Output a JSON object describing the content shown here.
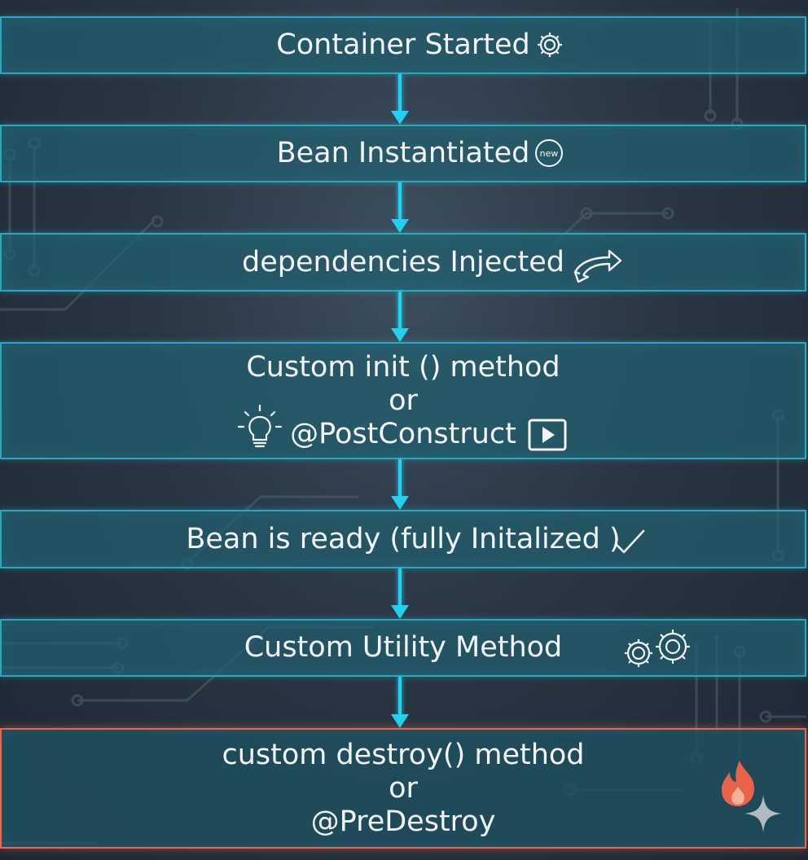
{
  "steps": [
    {
      "lines": [
        "Container Started"
      ]
    },
    {
      "lines": [
        "Bean Instantiated"
      ],
      "badge": "new"
    },
    {
      "lines": [
        "dependencies Injected"
      ]
    },
    {
      "lines": [
        "Custom init () method",
        "or",
        "@PostConstruct"
      ]
    },
    {
      "lines": [
        "Bean is ready (fully Initalized )"
      ]
    },
    {
      "lines": [
        "Custom Utility Method"
      ]
    },
    {
      "lines": [
        "custom destroy() method",
        "or",
        "@PreDestroy"
      ]
    }
  ],
  "colors": {
    "box_border": "#2aa8bd",
    "box_fill": "#216070",
    "arrow": "#22d1ef",
    "destroy_border": "#e8684f",
    "text": "#f2f6f8",
    "flame": "#e9634a"
  },
  "icons": [
    "gear-icon",
    "new-badge-icon",
    "swap-arrows-icon",
    "lightbulb-icon",
    "play-icon",
    "checkmark-icon",
    "double-gear-icon",
    "flame-icon",
    "sparkle-icon"
  ]
}
